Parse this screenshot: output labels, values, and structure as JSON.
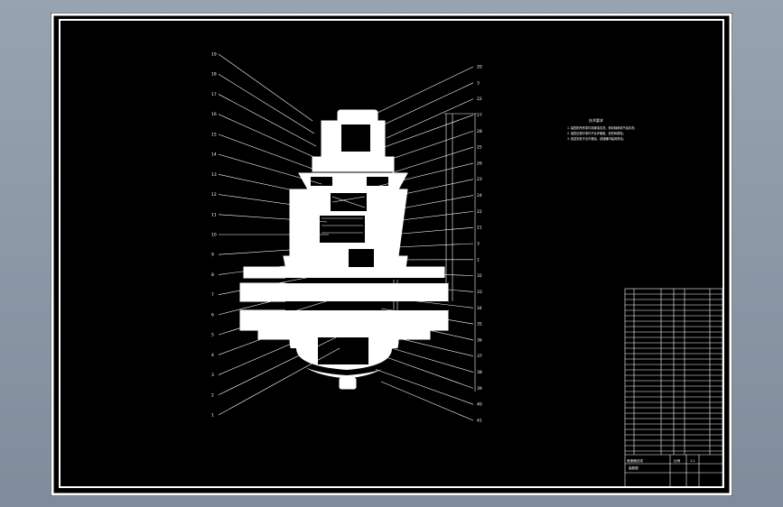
{
  "drawing": {
    "notes": {
      "title": "技术要求",
      "lines": [
        "1. 装配前所有零件用煤油清洗，滚动轴承用汽油清洗；",
        "2. 装配过程中零件不允许磕碰、划伤和锈蚀；",
        "3. 各密封处不允许漏油，减速器内装润滑油；"
      ]
    },
    "left_labels": [
      "19",
      "18",
      "17",
      "16",
      "15",
      "14",
      "13",
      "12",
      "11",
      "10",
      "9",
      "8",
      "7",
      "6",
      "5",
      "4",
      "3",
      "2",
      "1"
    ],
    "right_labels": [
      "20",
      "3",
      "22",
      "27",
      "28",
      "25",
      "26",
      "23",
      "24",
      "22",
      "21",
      "3",
      "1",
      "32",
      "33",
      "34",
      "35",
      "36",
      "37",
      "38",
      "39",
      "40",
      "41"
    ],
    "title_block": {
      "name": "差速器总成",
      "drawing_label": "装配图",
      "scale": "比例",
      "sheet": "1:1"
    }
  }
}
